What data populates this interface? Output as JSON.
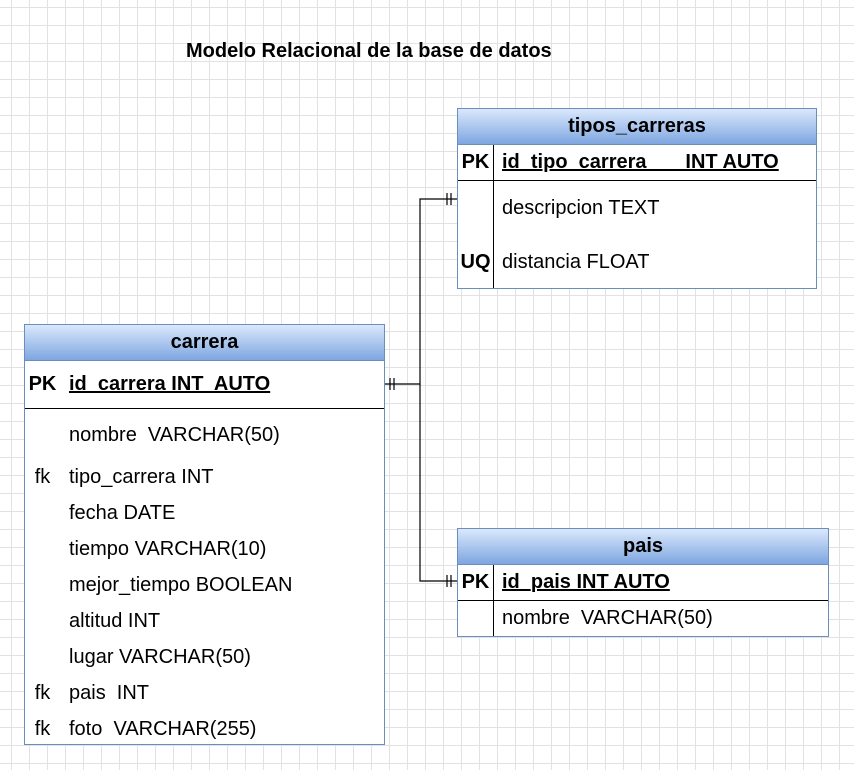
{
  "title": "Modelo Relacional de la base de datos",
  "tables": {
    "tipos_carreras": {
      "name": "tipos_carreras",
      "pk": {
        "key": "PK",
        "field": "id_tipo_carrera       INT AUTO"
      },
      "rows": [
        {
          "key": "",
          "field": "descripcion TEXT"
        },
        {
          "key": "UQ",
          "field": "distancia FLOAT"
        }
      ]
    },
    "carrera": {
      "name": "carrera",
      "pk": {
        "key": "PK",
        "field": "id_carrera INT  AUTO"
      },
      "rows": [
        {
          "key": "",
          "field": "nombre  VARCHAR(50)"
        },
        {
          "key": "fk",
          "field": "tipo_carrera INT"
        },
        {
          "key": "",
          "field": "fecha DATE"
        },
        {
          "key": "",
          "field": "tiempo VARCHAR(10)"
        },
        {
          "key": "",
          "field": "mejor_tiempo BOOLEAN"
        },
        {
          "key": "",
          "field": "altitud INT"
        },
        {
          "key": "",
          "field": "lugar VARCHAR(50)"
        },
        {
          "key": "fk",
          "field": "pais  INT"
        },
        {
          "key": "fk",
          "field": "foto  VARCHAR(255)"
        }
      ]
    },
    "pais": {
      "name": "pais",
      "pk": {
        "key": "PK",
        "field": "id_pais INT AUTO"
      },
      "rows": [
        {
          "key": "",
          "field": "nombre  VARCHAR(50)"
        }
      ]
    }
  },
  "relationships": [
    {
      "from": "carrera",
      "to": "tipos_carreras",
      "cardinality": "one-to-one"
    },
    {
      "from": "carrera",
      "to": "pais",
      "cardinality": "one-to-one"
    }
  ]
}
